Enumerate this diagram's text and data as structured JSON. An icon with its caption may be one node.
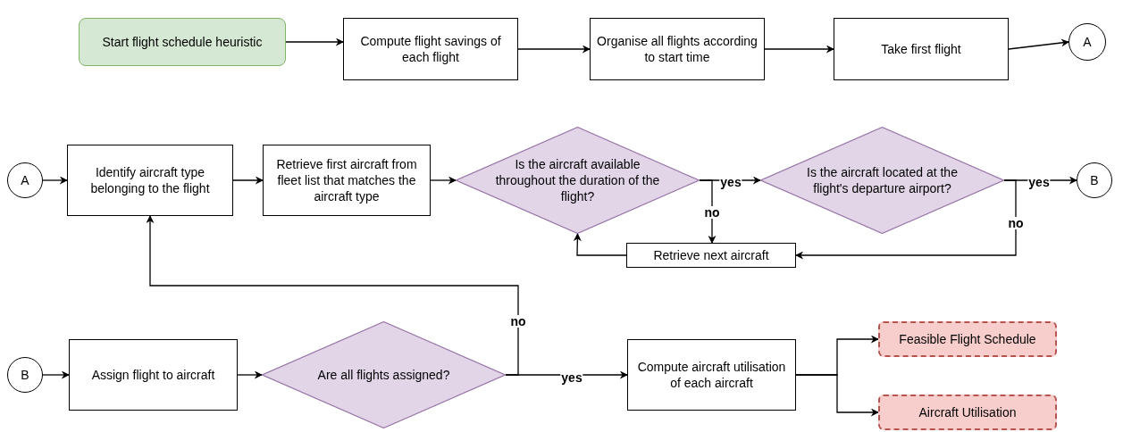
{
  "diagram": {
    "nodes": [
      {
        "text": [
          "Start flight schedule heuristic"
        ]
      },
      {
        "text": [
          "Compute flight savings of each flight"
        ]
      },
      {
        "text": [
          "Organise all flights according to start time"
        ]
      },
      {
        "text": [
          "Take first flight"
        ]
      },
      {
        "text": [
          "A"
        ]
      },
      {
        "text": [
          "A"
        ]
      },
      {
        "text": [
          "Identify aircraft type belonging to the flight"
        ]
      },
      {
        "text": [
          "Retrieve first aircraft from fleet list that matches the aircraft type"
        ]
      },
      {
        "text": [
          "Is the aircraft available throughout the duration of the flight?"
        ]
      },
      {
        "text": [
          "Is the aircraft located at the flight's departure airport?"
        ]
      },
      {
        "text": [
          "B"
        ]
      },
      {
        "text": [
          "Retrieve next aircraft"
        ]
      },
      {
        "text": [
          "B"
        ]
      },
      {
        "text": [
          "Assign flight to aircraft"
        ]
      },
      {
        "text": [
          "Are all flights assigned?"
        ]
      },
      {
        "text": [
          "Compute aircraft utilisation of each aircraft"
        ]
      },
      {
        "text": [
          "Feasible Flight Schedule"
        ]
      },
      {
        "text": [
          "Aircraft Utilisation"
        ]
      }
    ],
    "edges": [
      {
        "from": 0,
        "to": 1,
        "arrow": "to"
      },
      {
        "from": 1,
        "to": 2,
        "arrow": "to"
      },
      {
        "from": 2,
        "to": 3,
        "arrow": "to"
      },
      {
        "from": 3,
        "to": 4,
        "arrow": "to"
      },
      {
        "from": 5,
        "to": 6,
        "arrow": "to"
      },
      {
        "from": 6,
        "to": 7,
        "arrow": "to"
      },
      {
        "from": 7,
        "to": 8,
        "arrow": "to"
      },
      {
        "from": 8,
        "to": 9,
        "arrow": "to",
        "label": "yes"
      },
      {
        "from": 9,
        "to": 10,
        "arrow": "to",
        "label": "yes"
      },
      {
        "from": 8,
        "to": 11,
        "arrow": "to",
        "label": "no"
      },
      {
        "from": 9,
        "to": 11,
        "arrow": "to",
        "label": "no"
      },
      {
        "from": 11,
        "to": 8,
        "arrow": "to"
      },
      {
        "from": 12,
        "to": 13,
        "arrow": "to"
      },
      {
        "from": 13,
        "to": 14,
        "arrow": "to"
      },
      {
        "from": 14,
        "to": 6,
        "arrow": "to",
        "label": "no"
      },
      {
        "from": 14,
        "to": 15,
        "arrow": "to",
        "label": "yes"
      },
      {
        "from": 15,
        "to": 16,
        "arrow": "to"
      },
      {
        "from": 15,
        "to": 17,
        "arrow": "to"
      }
    ]
  }
}
